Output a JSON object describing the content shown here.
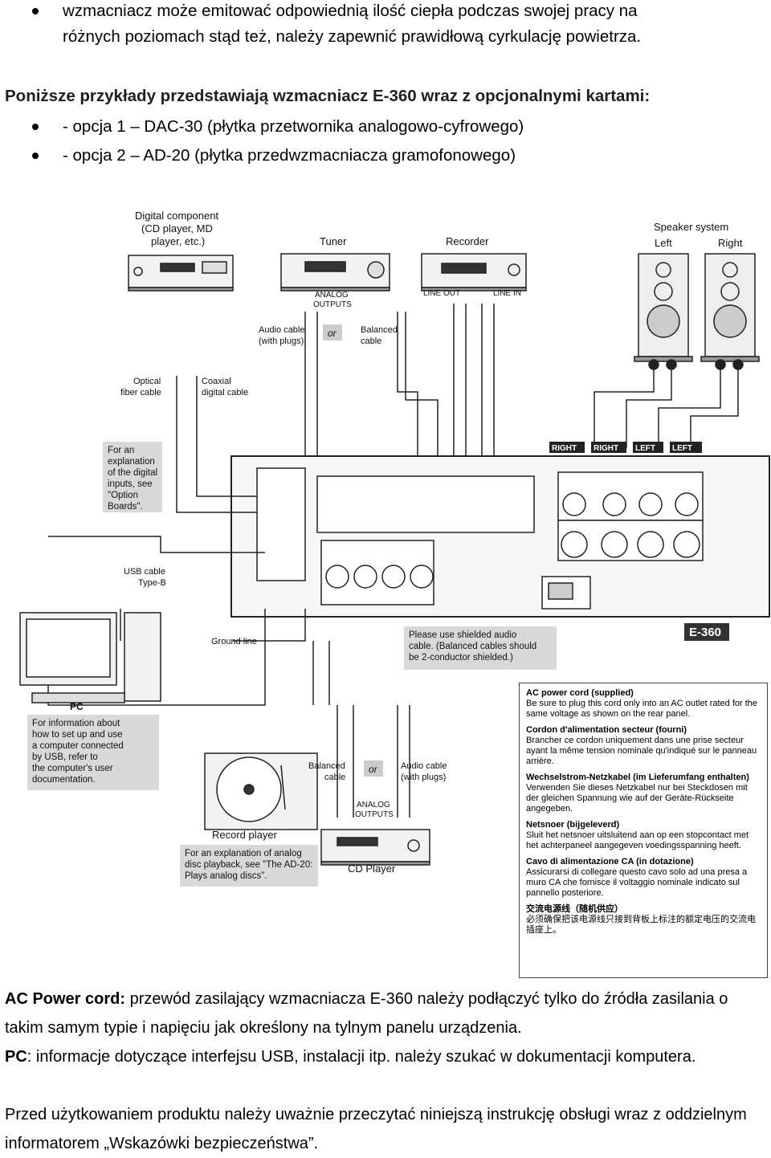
{
  "top_bullet": {
    "line1": "wzmacniacz może emitować odpowiednią ilość ciepła podczas swojej pracy na",
    "line2": "różnych poziomach stąd też, należy zapewnić prawidłową cyrkulację powietrza."
  },
  "intro": "Poniższe przykłady przedstawiają wzmacniacz E-360 wraz z opcjonalnymi kartami:",
  "options": [
    "- opcja 1 – DAC-30 (płytka przetwornika analogowo-cyfrowego)",
    "- opcja 2 – AD-20 (płytka przedwzmacniacza gramofonowego)"
  ],
  "diagram": {
    "digital_component": [
      "Digital component",
      "(CD player, MD",
      "player, etc.)"
    ],
    "tuner": "Tuner",
    "recorder": "Recorder",
    "speaker_system": "Speaker system",
    "left": "Left",
    "right": "Right",
    "analog_outputs": [
      "ANALOG",
      "OUTPUTS"
    ],
    "line_out": "LINE OUT",
    "line_in": "LINE IN",
    "audio_cable": [
      "Audio cable",
      "(with plugs)"
    ],
    "or": "or",
    "balanced_cable": [
      "Balanced",
      "cable"
    ],
    "optical": [
      "Optical",
      "fiber cable"
    ],
    "coaxial": [
      "Coaxial",
      "digital cable"
    ],
    "option_note": [
      "For an",
      "explanation",
      "of the digital",
      "inputs, see",
      "\"Option",
      "Boards\"."
    ],
    "usb_cable": [
      "USB cable",
      "Type-B"
    ],
    "ground_line": "Ground line",
    "pc": "PC",
    "pc_note": [
      "For information about",
      "how to set up and use",
      "a computer connected",
      "by USB, refer to",
      "the computer's user",
      "documentation."
    ],
    "shielded_note": [
      "Please use shielded audio",
      "cable. (Balanced cables should",
      "be 2-conductor shielded.)"
    ],
    "e360": "E-360",
    "record_player": "Record player",
    "record_note": [
      "For an explanation of analog",
      "disc playback, see \"The AD-20:",
      "Plays analog discs\"."
    ],
    "balanced_cable2": [
      "Balanced",
      "cable"
    ],
    "audio_cable2": [
      "Audio cable",
      "(with plugs)"
    ],
    "analog_outputs2": [
      "ANALOG",
      "OUTPUTS"
    ],
    "cd_player": "CD Player",
    "terminal_labels": [
      "RIGHT",
      "RIGHT",
      "LEFT",
      "LEFT"
    ]
  },
  "legend": [
    {
      "head": "AC power cord (supplied)",
      "body": "Be sure to plug this cord only into an AC outlet rated for the same voltage as shown on the rear panel."
    },
    {
      "head": "Cordon d'alimentation secteur (fourni)",
      "body": "Brancher ce cordon uniquement dans une prise secteur ayant la même tension nominale qu'indiqué sur le panneau arrière."
    },
    {
      "head": "Wechselstrom-Netzkabel (im Lieferumfang enthalten)",
      "body": "Verwenden Sie dieses Netzkabel nur bei Steckdosen mit der gleichen Spannung wie auf der Geräte-Rückseite angegeben."
    },
    {
      "head": "Netsnoer (bijgeleverd)",
      "body": "Sluit het netsnoer uitsluitend aan op een stopcontact met het achterpaneel aangegeven voedingsspanning heeft."
    },
    {
      "head": "Cavo di alimentazione CA (in dotazione)",
      "body": "Assicurarsi di collegare questo cavo solo ad una presa a muro CA che fornisce il voltaggio nominale indicato sul pannello posteriore."
    },
    {
      "head": "交流电源线（随机供应）",
      "body": "必须确保把该电源线只接到背板上标注的额定电压的交流电插座上。"
    }
  ],
  "bottom": {
    "ac_label": "AC Power cord:",
    "ac_text": " przewód zasilający wzmacniacza E-360 należy podłączyć tylko do źródła zasilania o takim samym typie i napięciu jak określony na tylnym panelu urządzenia.",
    "pc_label": "PC",
    "pc_text": ": informacje dotyczące interfejsu USB, instalacji itp. należy szukać w dokumentacji komputera.",
    "final": "Przed użytkowaniem produktu należy uważnie przeczytać niniejszą instrukcję obsługi wraz z oddzielnym informatorem „Wskazówki bezpieczeństwa”."
  }
}
